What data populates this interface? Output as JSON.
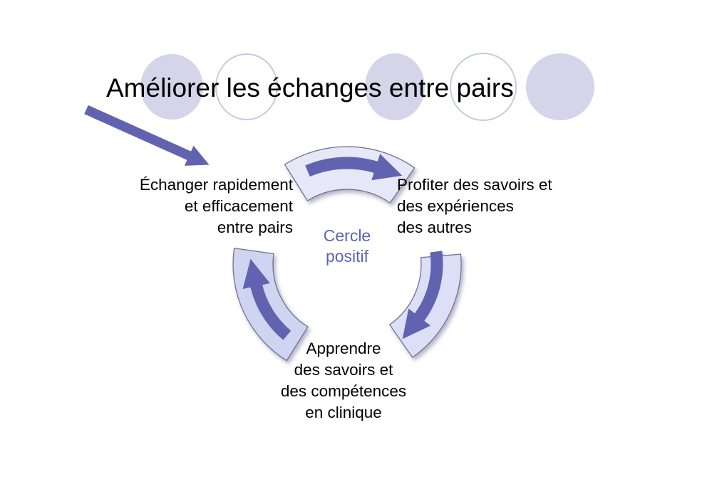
{
  "slide": {
    "title": "Améliorer les échanges entre pairs"
  },
  "cycle": {
    "type": "cycle-diagram",
    "direction": "clockwise",
    "center_label": {
      "lines": [
        "Cercle",
        "positif"
      ]
    },
    "steps": [
      {
        "id": "left",
        "align": "right",
        "lines": [
          "Échanger rapidement",
          "et efficacement",
          "entre pairs"
        ]
      },
      {
        "id": "right",
        "align": "left",
        "lines": [
          "Profiter des savoirs et",
          "des expériences",
          "des autres"
        ]
      },
      {
        "id": "bottom",
        "align": "center",
        "lines": [
          "Apprendre",
          "des savoirs et",
          "des compétences",
          "en clinique"
        ]
      }
    ]
  },
  "decorations": {
    "circles": [
      {
        "style": "filled"
      },
      {
        "style": "outlined"
      },
      {
        "style": "filled"
      },
      {
        "style": "outlined"
      },
      {
        "style": "filled"
      }
    ],
    "intro_arrow": "diagonal-arrow-pointing-down-right"
  },
  "colors": {
    "background": "#ffffff",
    "text": "#000000",
    "accent": "#6163b1",
    "center_label": "#5d63b8",
    "wedge_fill_top": "#e7e8f7",
    "wedge_fill_right": "#dcdff6",
    "wedge_fill_left": "#cfd4f1",
    "wedge_stroke": "#6f7492",
    "circle_fill": "#d4d5e9",
    "circle_stroke": "#c7cae4"
  }
}
